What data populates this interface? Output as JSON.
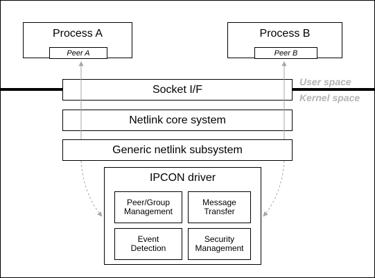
{
  "processes": [
    {
      "title": "Process A",
      "peer": "Peer A"
    },
    {
      "title": "Process B",
      "peer": "Peer B"
    }
  ],
  "spaces": {
    "user": "User space",
    "kernel": "Kernel space"
  },
  "layers": {
    "socket": "Socket I/F",
    "netlink_core": "Netlink core system",
    "generic_netlink": "Generic netlink subsystem"
  },
  "driver": {
    "title": "IPCON driver",
    "modules": [
      {
        "line1": "Peer/Group",
        "line2": "Management"
      },
      {
        "line1": "Message",
        "line2": "Transfer"
      },
      {
        "line1": "Event",
        "line2": "Detection"
      },
      {
        "line1": "Security",
        "line2": "Management"
      }
    ]
  },
  "colors": {
    "line": "#000000",
    "arrow": "#a6a6a6",
    "space_label": "#b3b3b3"
  }
}
